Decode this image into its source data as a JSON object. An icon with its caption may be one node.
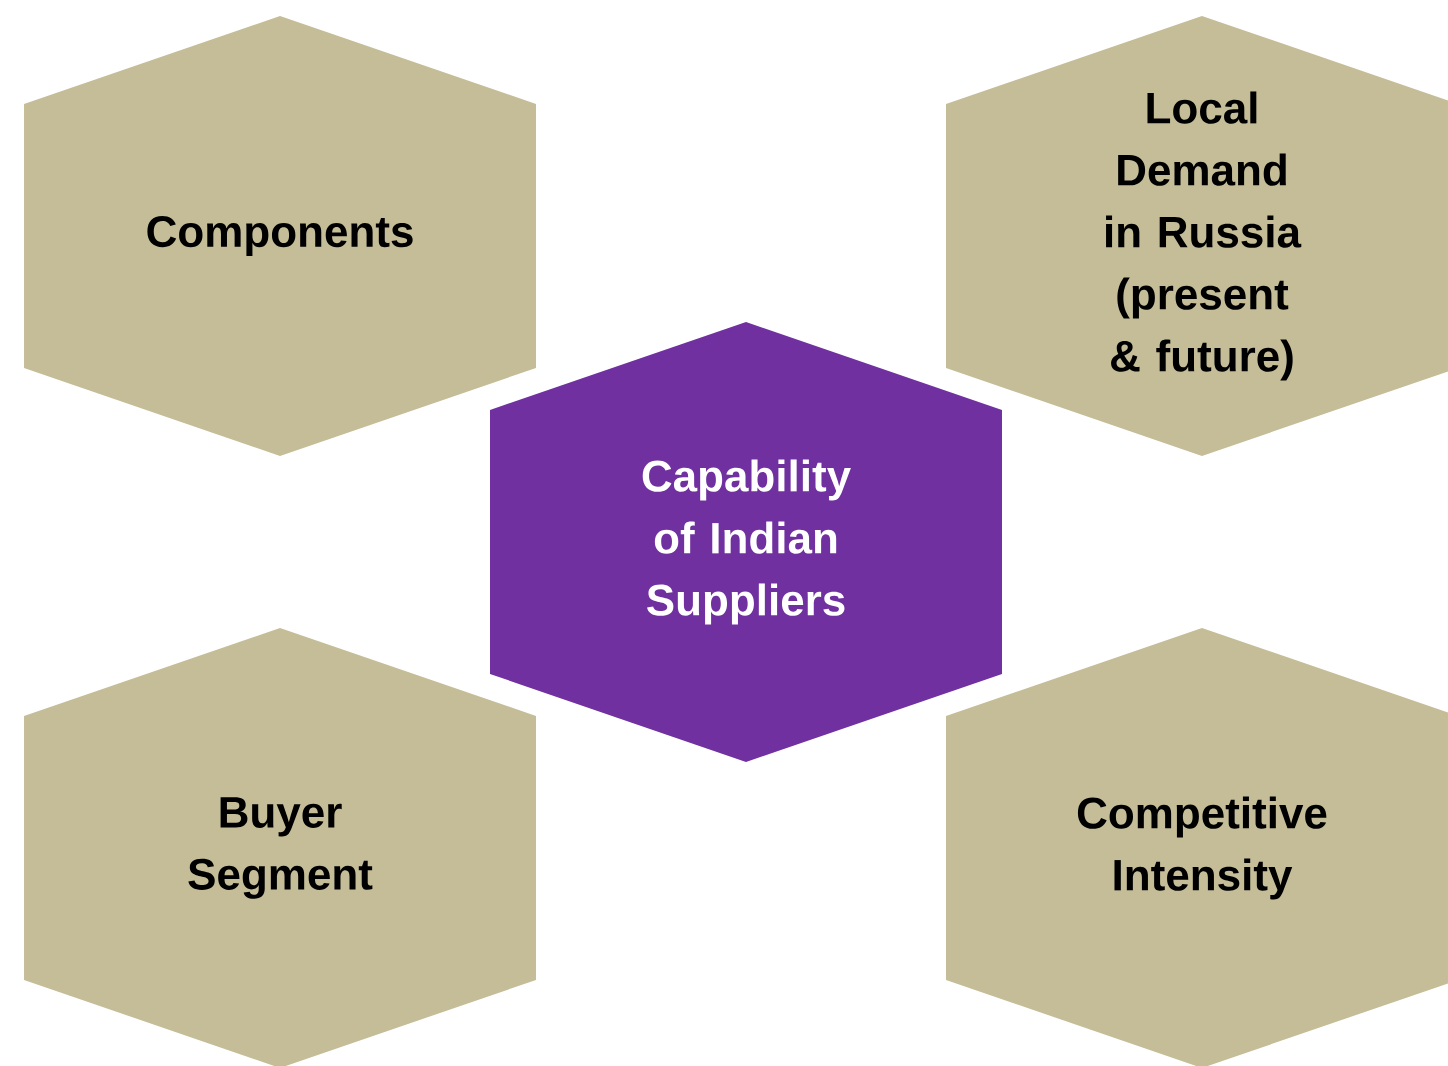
{
  "diagram": {
    "nodes": [
      {
        "text": [
          "Components"
        ]
      },
      {
        "text": [
          "Local Demand in Russia (present & future)"
        ]
      },
      {
        "text": [
          "Capability of Indian Suppliers"
        ]
      },
      {
        "text": [
          "Buyer Segment"
        ]
      },
      {
        "text": [
          "Competitive Intensity"
        ]
      }
    ]
  }
}
